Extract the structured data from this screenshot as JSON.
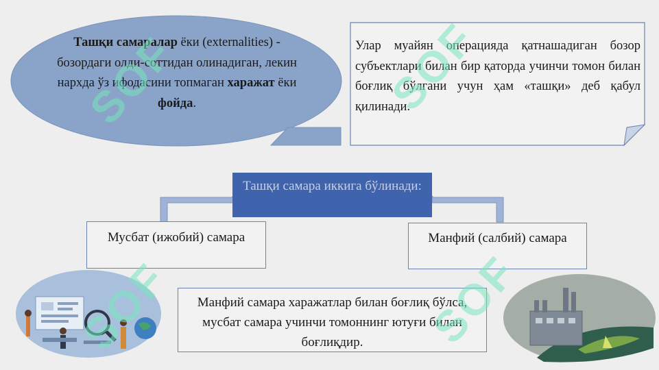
{
  "callout": {
    "term_bold": "Ташқи самаралар",
    "part1": " ёки (externalities) - бозордаги олди-соттидан олинадиган, лекин нархда ўз ифодасини топмаган ",
    "cost_bold": "харажат",
    "or_word": " ёки ",
    "benefit_bold": "фойда",
    "end": "."
  },
  "note": {
    "text": "Улар муайян операцияда қатнашадиган бозор субъектлари билан бир қаторда учинчи томон билан боғлиқ бўлгани учун ҳам «ташқи» деб қабул қилинади."
  },
  "center": {
    "label": "Ташқи самара иккига бўлинади:"
  },
  "positive": {
    "label": "Мусбат (ижобий) самара"
  },
  "negative": {
    "label": "Манфий (салбий) самара"
  },
  "bottom": {
    "text": "Манфий самара харажатлар билан боғлиқ бўлса, мусбат самара учинчи томоннинг ютуғи билан боғлиқдир."
  },
  "watermark": {
    "text": "SOF"
  },
  "colors": {
    "oval_fill": "#8aa3c8",
    "center_fill": "#3f64ad",
    "connector_fill": "#9fb3d6",
    "box_border": "#6b82b0"
  }
}
